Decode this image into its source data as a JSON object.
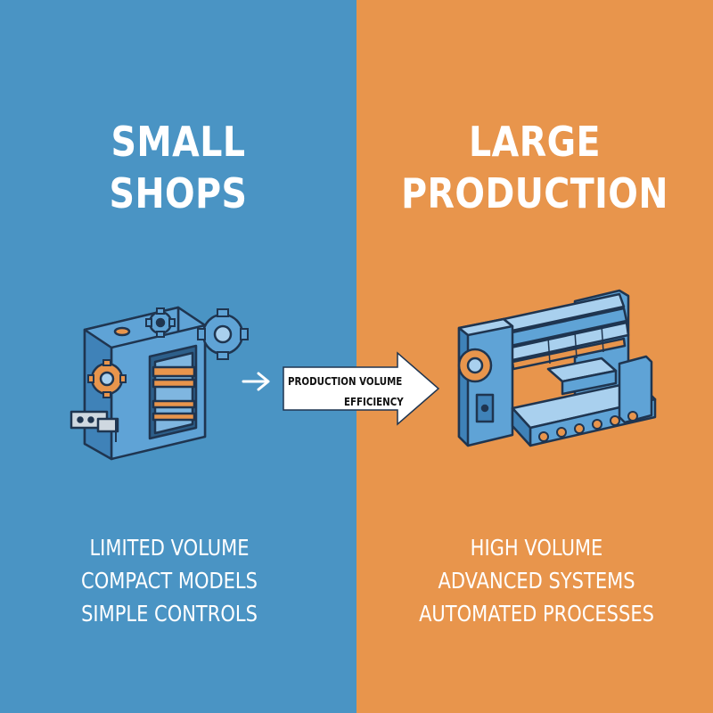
{
  "left_panel": {
    "title_lines": [
      "SMALL",
      "SHOPS"
    ],
    "features": [
      "LIMITED VOLUME",
      "COMPACT MODELS",
      "SIMPLE CONTROLS"
    ],
    "background": "#4a94c4",
    "machine_icon": "compact-machine-icon"
  },
  "right_panel": {
    "title_lines": [
      "LARGE",
      "PRODUCTION"
    ],
    "features": [
      "HIGH VOLUME",
      "ADVANCED SYSTEMS",
      "AUTOMATED PROCESSES"
    ],
    "background": "#e8954c",
    "machine_icon": "industrial-roller-machine-icon"
  },
  "transition": {
    "labels": [
      "PRODUCTION VOLUME",
      "EFFICIENCY"
    ],
    "arrow_icon": "right-arrow-icon"
  },
  "colors": {
    "machine_blue": "#5fa3d6",
    "machine_light": "#a9d0ee",
    "machine_orange": "#e8954c",
    "outline": "#1f3550"
  }
}
